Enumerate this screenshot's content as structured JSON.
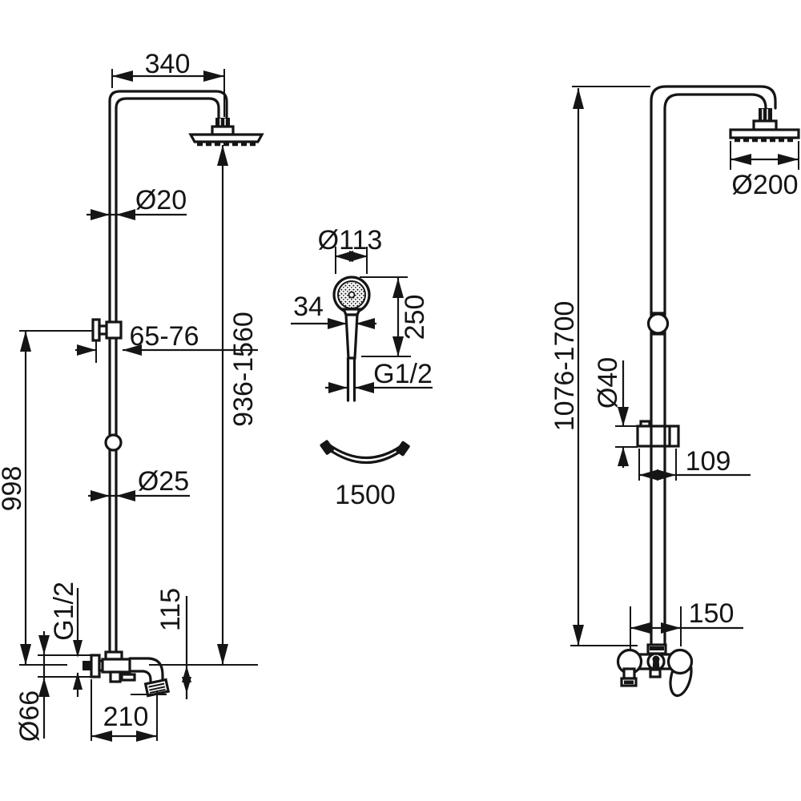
{
  "drawing": {
    "type": "technical-dimension-drawing",
    "subject": "wall-mounted shower column set: side view with bath spout, hand shower, shower hose, front view with mixer",
    "line_color": "#151515",
    "background_color": "#ffffff",
    "units": "mm"
  },
  "left_view": {
    "arm_reach": "340",
    "upper_pipe_diameter": "Ø20",
    "wall_bracket_range": "65-76",
    "riser_height": "998",
    "lower_pipe_diameter": "Ø25",
    "column_height_range": "936-1560",
    "inlet_thread": "G1/2",
    "escutcheon_diameter": "Ø66",
    "spout_reach": "210",
    "spout_drop": "115"
  },
  "hand_shower": {
    "head_diameter": "Ø113",
    "handle_width": "34",
    "length": "250",
    "connection_thread": "G1/2"
  },
  "hose": {
    "length": "1500"
  },
  "right_view": {
    "head_diameter": "Ø200",
    "height_range": "1076-1700",
    "holder_diameter": "Ø40",
    "holder_width": "109",
    "connection_spacing": "150"
  }
}
